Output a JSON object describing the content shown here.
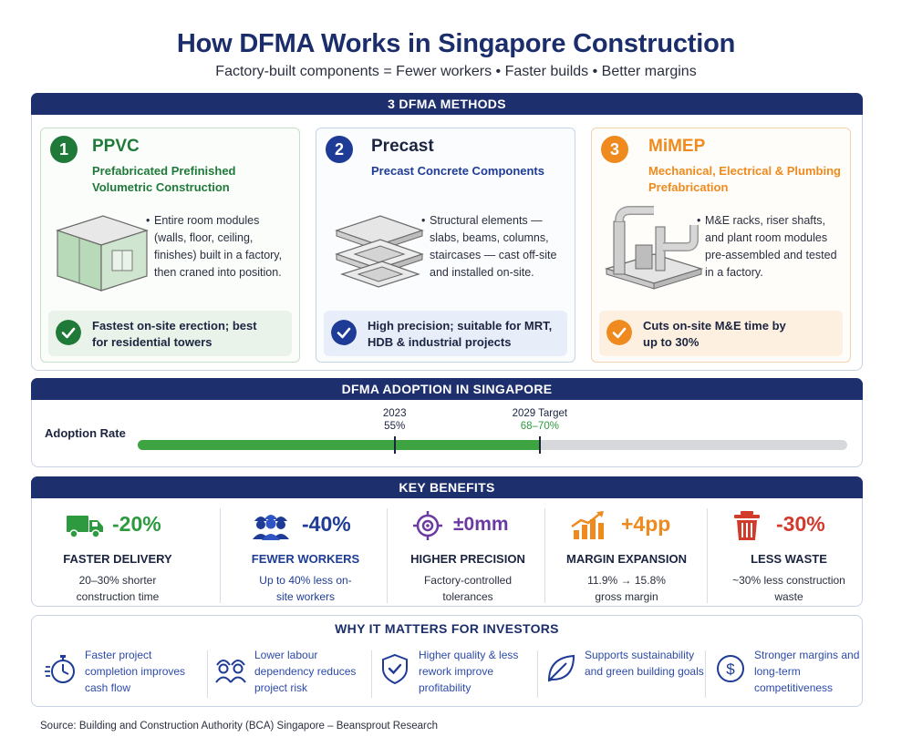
{
  "header": {
    "title": "How DFMA Works in Singapore Construction",
    "subtitle": "Factory-built components = Fewer workers • Faster builds • Better margins"
  },
  "methods": {
    "banner": "3 DFMA METHODS",
    "items": [
      {
        "number": "1",
        "name": "PPVC",
        "subtitle": "Prefabricated Prefinished Volumetric Construction",
        "description": "Entire room modules (walls, floor, ceiling, finishes) built in a factory, then craned into position.",
        "callout": "Fastest on-site erection; best for residential towers",
        "accent": "#1f7a3a"
      },
      {
        "number": "2",
        "name": "Precast",
        "subtitle": "Precast Concrete Components",
        "description": "Structural elements — slabs, beams, columns, staircases — cast off-site and installed on-site.",
        "callout": "High precision; suitable for MRT, HDB & industrial projects",
        "accent": "#1e3c96"
      },
      {
        "number": "3",
        "name": "MiMEP",
        "subtitle": "Mechanical, Electrical & Plumbing Prefabrication",
        "description": "M&E racks, riser shafts, and plant room modules pre-assembled and tested in a factory.",
        "callout": "Cuts on-site M&E time by up to 30%",
        "accent": "#ee8a1e"
      }
    ]
  },
  "adoption": {
    "banner": "DFMA ADOPTION IN SINGAPORE",
    "label": "Adoption Rate",
    "current_year": "2023",
    "current_value": "55%",
    "current_percent": 55,
    "target_label": "2029 Target",
    "target_value": "68–70%",
    "target_percent": 68,
    "colors": {
      "fill": "#3da441",
      "track": "#d6d8dc"
    }
  },
  "benefits": {
    "banner": "KEY BENEFITS",
    "items": [
      {
        "value": "-20%",
        "name": "FASTER DELIVERY",
        "description": "20–30% shorter construction time",
        "color": "#2e9a3f",
        "icon": "truck-icon"
      },
      {
        "value": "-40%",
        "name": "FEWER WORKERS",
        "description": "Up to 40% less on-site workers",
        "color": "#1e3c96",
        "icon": "workers-icon"
      },
      {
        "value": "±0mm",
        "name": "HIGHER PRECISION",
        "description": "Factory-controlled tolerances",
        "color": "#6b3aa0",
        "icon": "target-icon"
      },
      {
        "value": "+4pp",
        "name": "MARGIN EXPANSION",
        "description": "11.9% → 15.8% gross margin",
        "color": "#ee8a1e",
        "icon": "growth-chart-icon"
      },
      {
        "value": "-30%",
        "name": "LESS WASTE",
        "description": "~30% less construction waste",
        "color": "#d23a2c",
        "icon": "trash-icon"
      }
    ]
  },
  "investors": {
    "title": "WHY IT MATTERS FOR INVESTORS",
    "items": [
      {
        "text": "Faster project completion improves cash flow",
        "icon": "stopwatch-icon"
      },
      {
        "text": "Lower labour dependency reduces project risk",
        "icon": "workers-outline-icon"
      },
      {
        "text": "Higher quality & less rework improve profitability",
        "icon": "shield-check-icon"
      },
      {
        "text": "Supports sustainability and green building goals",
        "icon": "leaf-icon"
      },
      {
        "text": "Stronger margins and long-term competitiveness",
        "icon": "dollar-icon"
      }
    ]
  },
  "source": "Source: Building and Construction Authority (BCA) Singapore – Beansprout Research"
}
